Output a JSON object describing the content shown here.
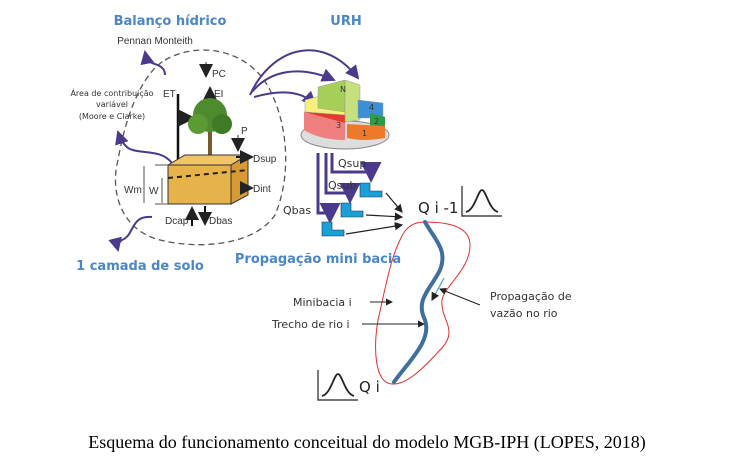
{
  "labels": {
    "balanco_hidrico": "Balanço hídrico",
    "pennan_monteith": "Pennan Monteith",
    "area_contribuicao_1": "Área de contribuição",
    "area_contribuicao_2": "variável",
    "area_contribuicao_3": "(Moore e Clarke)",
    "et": "ET",
    "pc": "PC",
    "ei": "EI",
    "p": "P",
    "dsup": "Dsup",
    "dint": "Dint",
    "wm": "Wm",
    "w": "W",
    "dcap": "Dcap",
    "dbas": "Dbas",
    "camada_solo": "1 camada de solo",
    "urh": "URH",
    "urh_n": "N",
    "urh_4": "4",
    "urh_3": "3",
    "urh_2": "2",
    "urh_1": "1",
    "qsup": "Qsup",
    "qsub": "Qsub",
    "qbas": "Qbas",
    "q_i_minus_1": "Q i -1",
    "propagacao_mini_bacia": "Propagação mini bacia",
    "minibacia_i": "Minibacia i",
    "trecho_rio_i": "Trecho de rio i",
    "propagacao_vazao_1": "Propagação de",
    "propagacao_vazao_2": "vazão no rio",
    "q_i": "Q i"
  },
  "caption": "Esquema do funcionamento conceitual do modelo MGB-IPH (LOPES, 2018)",
  "colors": {
    "title_blue": "#4a86c8",
    "arrow_purple": "#4b3a8c",
    "river_blue": "#3f6f9e",
    "basin_red": "#e03030",
    "soil": "#e8b24a"
  }
}
